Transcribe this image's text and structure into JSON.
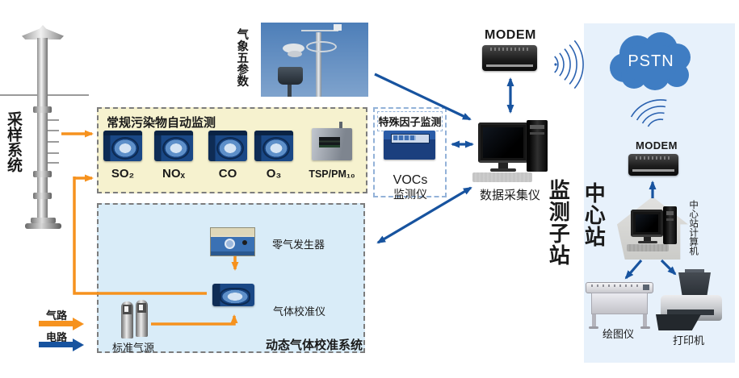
{
  "legend": {
    "gas": "气路",
    "electric": "电路"
  },
  "sampling": {
    "label": "采样系统"
  },
  "weather": {
    "label": "气象五参数"
  },
  "conventional": {
    "title": "常规污染物自动监测",
    "analyzers": [
      "SO₂",
      "NOₓ",
      "CO",
      "O₃",
      "TSP/PM₁₀"
    ]
  },
  "special": {
    "title": "特殊因子监测",
    "device_line1": "VOCs",
    "device_line2": "监测仪"
  },
  "calibration": {
    "title": "动态气体校准系统",
    "zero_gas": "零气发生器",
    "calibrator": "气体校准仪",
    "standard_gas": "标准气源"
  },
  "substation": {
    "modem": "MODEM",
    "daq": "数据采集仪",
    "label": "监测子站"
  },
  "pstn": {
    "label": "PSTN"
  },
  "center": {
    "label": "中心站",
    "modem": "MODEM",
    "computer": "中心站计算机",
    "plotter": "绘图仪",
    "printer": "打印机"
  }
}
